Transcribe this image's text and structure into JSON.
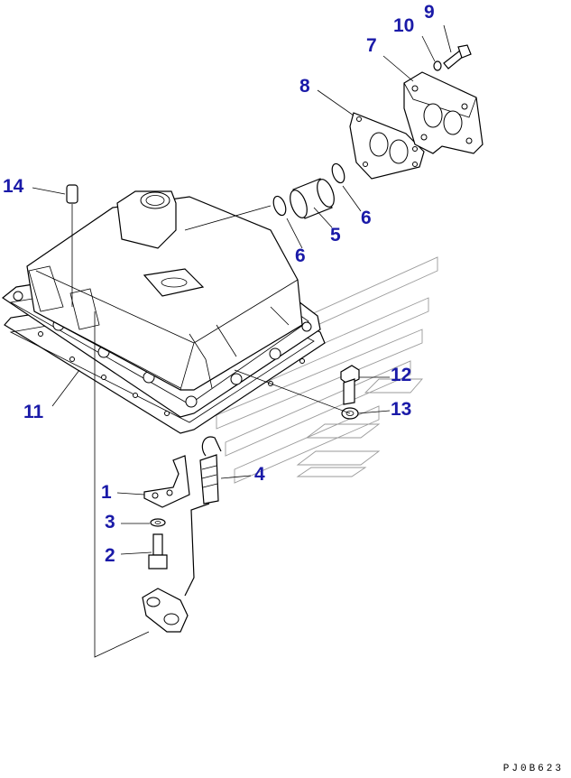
{
  "callouts": [
    {
      "id": "1",
      "label": "1"
    },
    {
      "id": "2",
      "label": "2"
    },
    {
      "id": "3",
      "label": "3"
    },
    {
      "id": "4",
      "label": "4"
    },
    {
      "id": "5",
      "label": "5"
    },
    {
      "id": "6a",
      "label": "6"
    },
    {
      "id": "6b",
      "label": "6"
    },
    {
      "id": "7",
      "label": "7"
    },
    {
      "id": "8",
      "label": "8"
    },
    {
      "id": "9",
      "label": "9"
    },
    {
      "id": "10",
      "label": "10"
    },
    {
      "id": "11",
      "label": "11"
    },
    {
      "id": "12",
      "label": "12"
    },
    {
      "id": "13",
      "label": "13"
    },
    {
      "id": "14",
      "label": "14"
    }
  ],
  "drawing_code": "PJ0B623",
  "colors": {
    "callout_text": "#1a1aa8",
    "line": "#000000",
    "watermark": "#9a9a9a",
    "background": "#ffffff"
  }
}
